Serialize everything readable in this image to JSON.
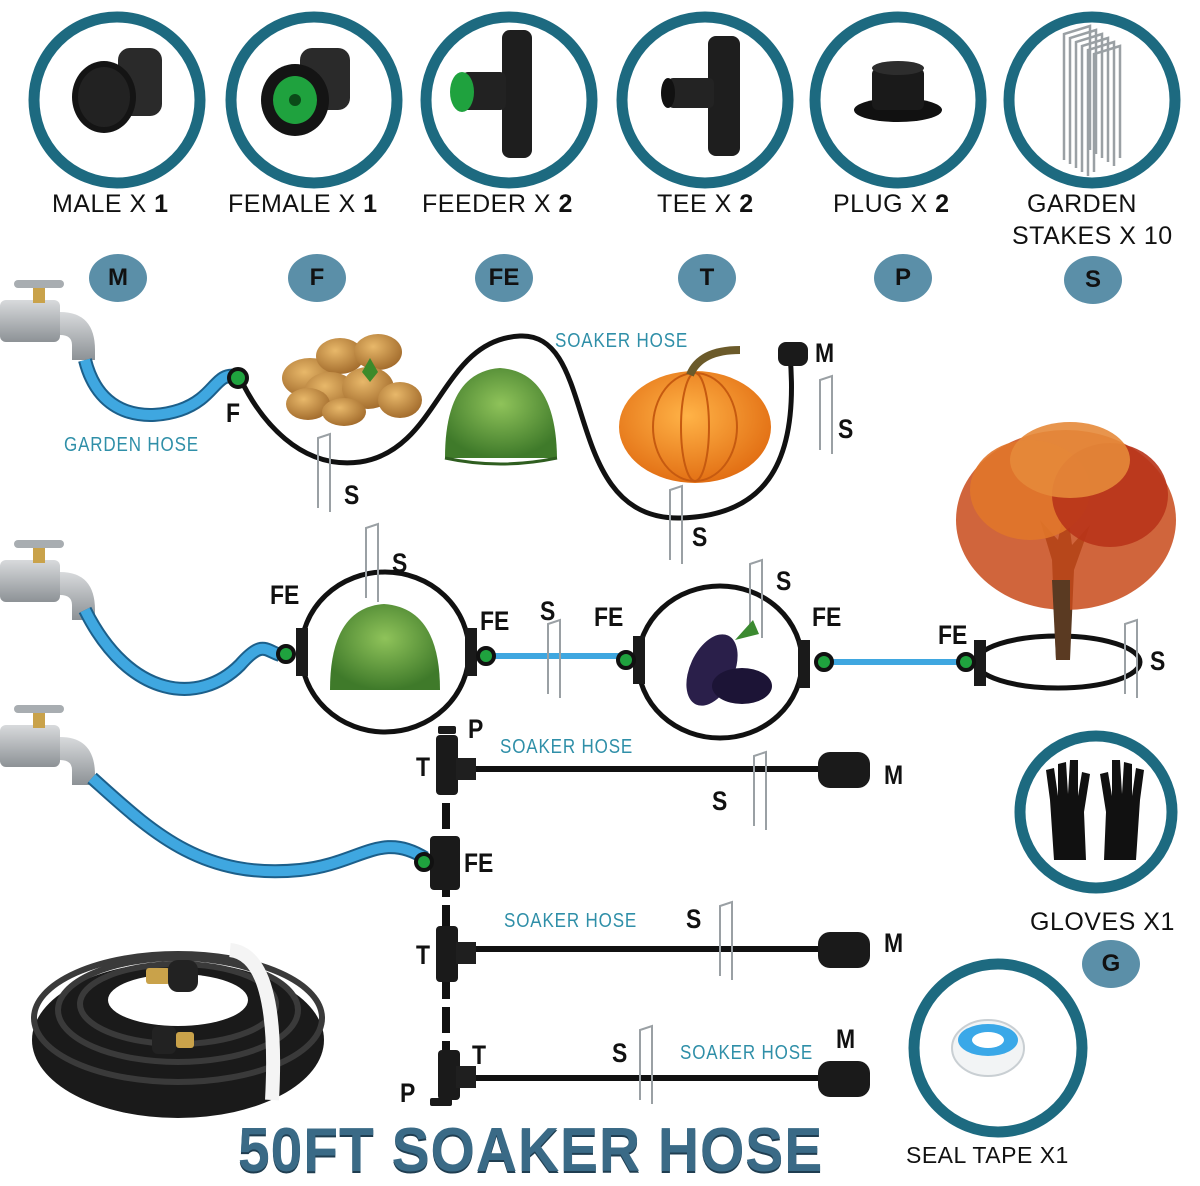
{
  "components": [
    {
      "name": "MALE X ",
      "qty": "1",
      "code": "M",
      "icon": "male-connector-icon"
    },
    {
      "name": "FEMALE X ",
      "qty": "1",
      "code": "F",
      "icon": "female-connector-icon"
    },
    {
      "name": "FEEDER X ",
      "qty": "2",
      "code": "FE",
      "icon": "feeder-connector-icon"
    },
    {
      "name": "TEE X ",
      "qty": "2",
      "code": "T",
      "icon": "tee-connector-icon"
    },
    {
      "name": "PLUG X ",
      "qty": "2",
      "code": "P",
      "icon": "plug-icon"
    },
    {
      "name": "GARDEN",
      "name2": "STAKES X 10",
      "code": "S",
      "icon": "garden-stakes-icon"
    }
  ],
  "accessories": {
    "gloves": {
      "label": "GLOVES X1",
      "code": "G"
    },
    "seal_tape": {
      "label": "SEAL TAPE X1"
    }
  },
  "diagram_labels": {
    "garden_hose": "GARDEN HOSE",
    "soaker_hose": "SOAKER HOSE",
    "M": "M",
    "F": "F",
    "FE": "FE",
    "T": "T",
    "P": "P",
    "S": "S"
  },
  "title": "50FT SOAKER HOSE",
  "colors": {
    "ring": "#1d6a80",
    "code_badge": "#5b8fa8",
    "garden_hose": "#3fa7e0",
    "soaker_hose": "#111111",
    "title": "#3a6a86"
  }
}
